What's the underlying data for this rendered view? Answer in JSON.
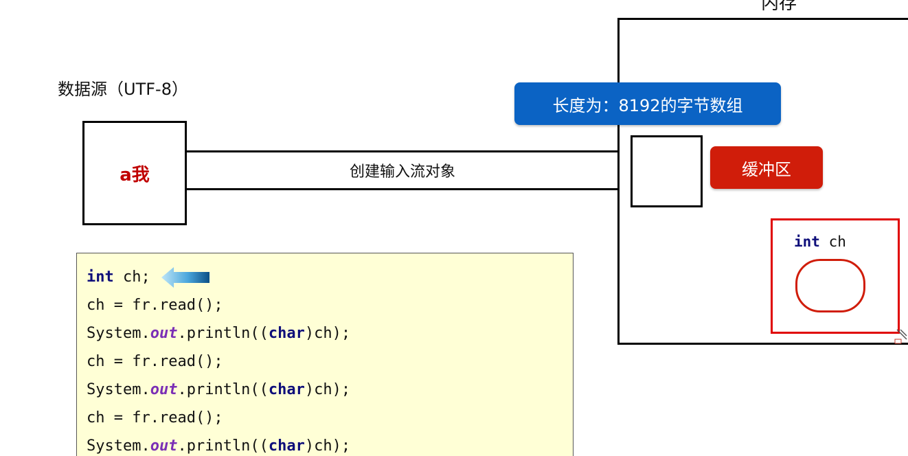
{
  "memory": {
    "label": "内存"
  },
  "source": {
    "label": "数据源（UTF-8）",
    "content": "a我"
  },
  "stream": {
    "label": "创建输入流对象"
  },
  "buffer": {
    "array_label": "长度为：8192的字节数组",
    "label": "缓冲区",
    "variable": {
      "type": "int",
      "name": "ch"
    }
  },
  "code": {
    "lines": [
      {
        "parts": [
          "int",
          " ch;"
        ]
      },
      {
        "parts": [
          "ch = fr.read();"
        ]
      },
      {
        "parts": [
          "System.",
          "out",
          ".println((",
          "char",
          ")ch);"
        ]
      },
      {
        "parts": [
          "ch = fr.read();"
        ]
      },
      {
        "parts": [
          "System.",
          "out",
          ".println((",
          "char",
          ")ch);"
        ]
      },
      {
        "parts": [
          "ch = fr.read();"
        ]
      },
      {
        "parts": [
          "System.",
          "out",
          ".println((",
          "char",
          ")ch);"
        ]
      }
    ]
  },
  "colors": {
    "array_label_bg": "#0b63c4",
    "buffer_label_bg": "#d01d0a",
    "highlight_red": "#e00000",
    "code_bg": "#ffffd6",
    "arrow": "#4aa6dc"
  },
  "icons": {
    "pointer": "left-arrow-icon"
  }
}
